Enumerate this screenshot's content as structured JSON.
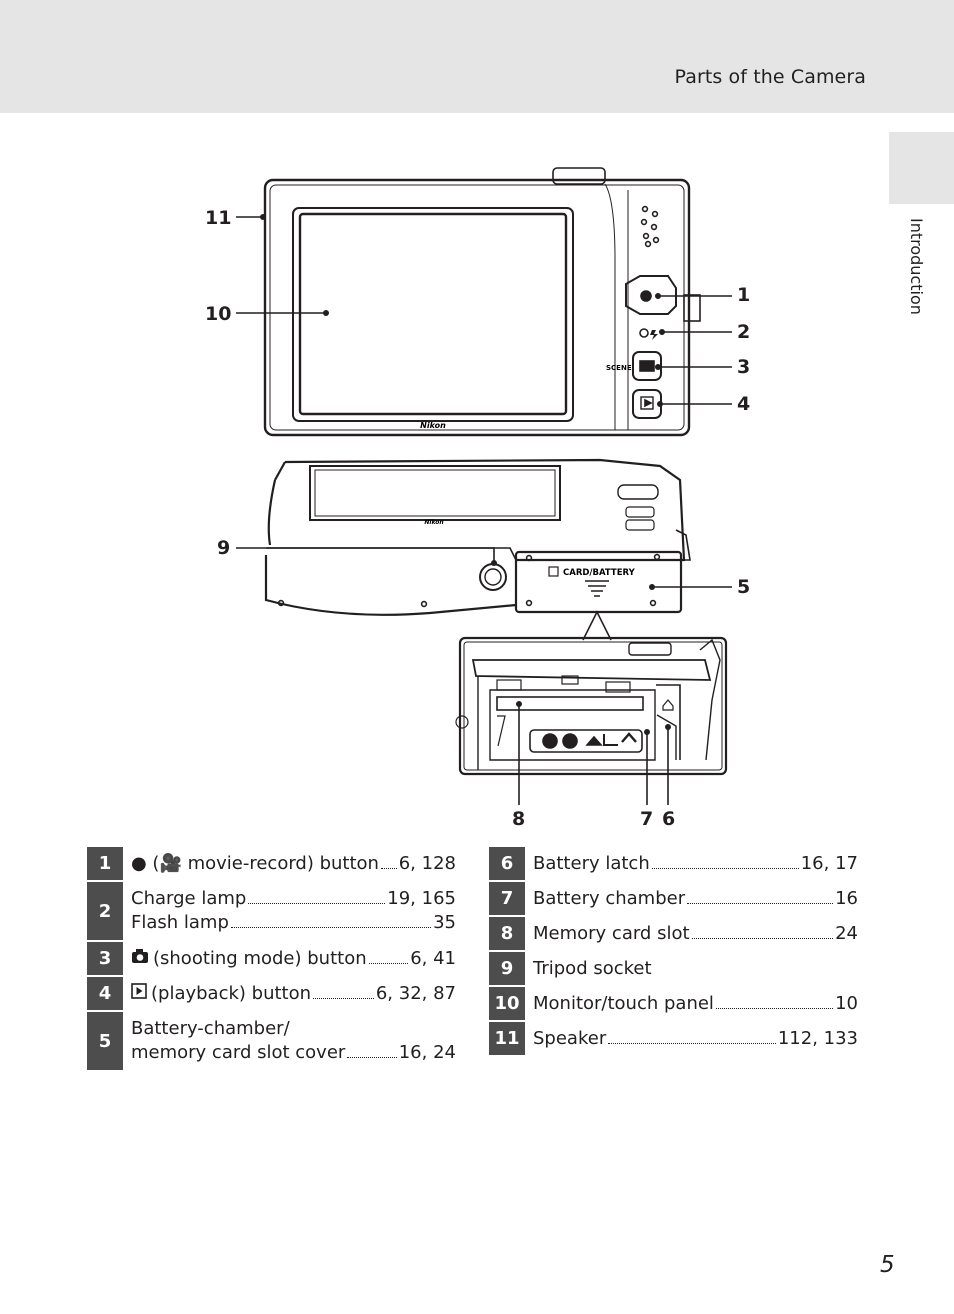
{
  "header": {
    "title": "Parts of the Camera"
  },
  "side_tab": {
    "label": "Introduction"
  },
  "figure": {
    "callouts": [
      "1",
      "2",
      "3",
      "4",
      "5",
      "6",
      "7",
      "8",
      "9",
      "10",
      "11"
    ],
    "camera_brand": "Nikon",
    "cover_label": "CARD/BATTERY",
    "scene_label": "SCENE"
  },
  "legend_left": [
    {
      "num": "1",
      "lines": [
        {
          "text": "● (🎥 movie-record) button",
          "pages": "6, 128",
          "icon": "record-dot-icon"
        }
      ]
    },
    {
      "num": "2",
      "lines": [
        {
          "text": "Charge lamp",
          "pages": "19, 165"
        },
        {
          "text": "Flash lamp",
          "pages": "35"
        }
      ]
    },
    {
      "num": "3",
      "lines": [
        {
          "text": "(shooting mode) button",
          "pages": "6, 41",
          "icon": "camera-icon"
        }
      ]
    },
    {
      "num": "4",
      "lines": [
        {
          "text": "(playback) button",
          "pages": "6, 32, 87",
          "icon": "playback-icon"
        }
      ]
    },
    {
      "num": "5",
      "lines": [
        {
          "text": "Battery-chamber/",
          "pages": ""
        },
        {
          "text": "memory card slot cover",
          "pages": "16, 24"
        }
      ]
    }
  ],
  "legend_right": [
    {
      "num": "6",
      "lines": [
        {
          "text": "Battery latch",
          "pages": "16, 17"
        }
      ]
    },
    {
      "num": "7",
      "lines": [
        {
          "text": "Battery chamber",
          "pages": "16"
        }
      ]
    },
    {
      "num": "8",
      "lines": [
        {
          "text": "Memory card slot",
          "pages": "24"
        }
      ]
    },
    {
      "num": "9",
      "lines": [
        {
          "text": "Tripod socket",
          "pages": ""
        }
      ]
    },
    {
      "num": "10",
      "lines": [
        {
          "text": "Monitor/touch panel",
          "pages": "10"
        }
      ]
    },
    {
      "num": "11",
      "lines": [
        {
          "text": "Speaker",
          "pages": "112, 133"
        }
      ]
    }
  ],
  "page_number": "5"
}
